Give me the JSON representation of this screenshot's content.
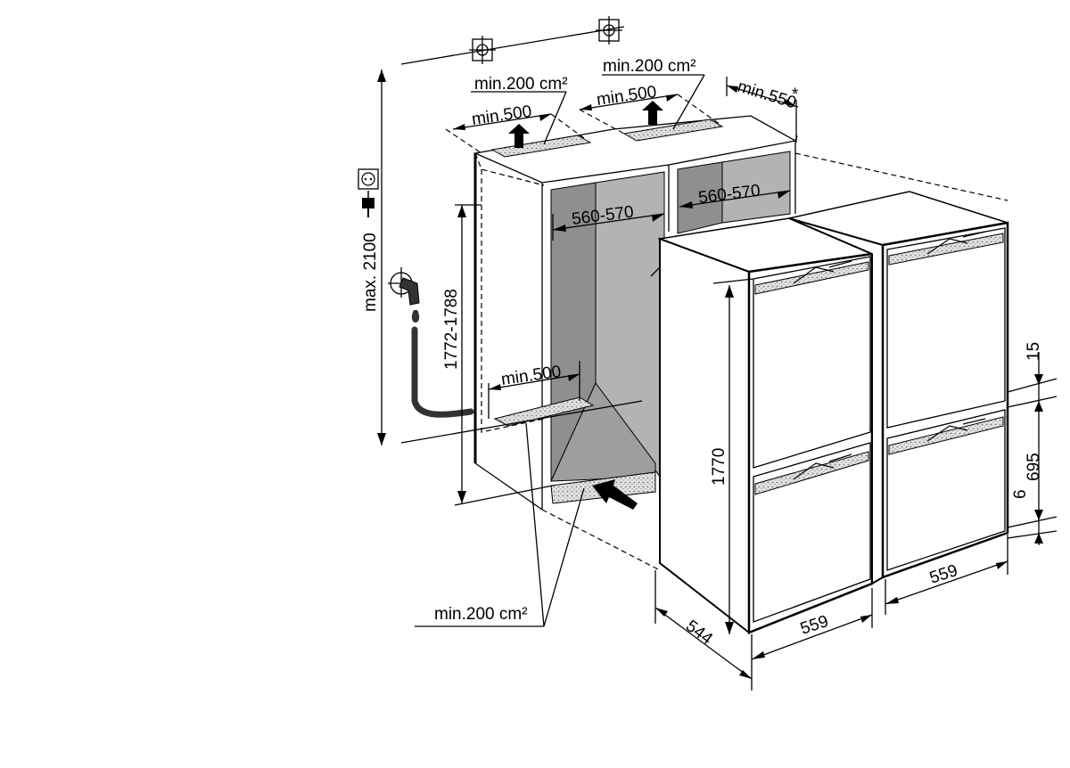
{
  "labels": {
    "vent_top_left_area": "min.200 cm²",
    "vent_top_right_area": "min.200 cm²",
    "vent_top_left_width": "min.500",
    "vent_top_right_width": "min.500",
    "niche_depth_top": "min.550",
    "niche_depth_asterisk": "*",
    "niche_width_left": "560-570",
    "niche_width_right": "560-570",
    "max_height": "max. 2100",
    "niche_height": "1772-1788",
    "vent_bottom_width": "min.500",
    "vent_bottom_area": "min.200 cm²",
    "appliance_height": "1770",
    "appliance_depth": "544",
    "appliance_width_front": "559",
    "appliance_width_right": "559",
    "gap_top": "15",
    "door_height": "695",
    "gap_bottom": "6"
  },
  "icons": [
    "power-socket-icon",
    "water-tap-icon",
    "airflow-arrow-icon"
  ],
  "colors": {
    "line": "#000000",
    "niche_interior": "#b3b3b3",
    "niche_interior_dark": "#8f8f8f",
    "vent_grille": "#d6d6d6"
  }
}
